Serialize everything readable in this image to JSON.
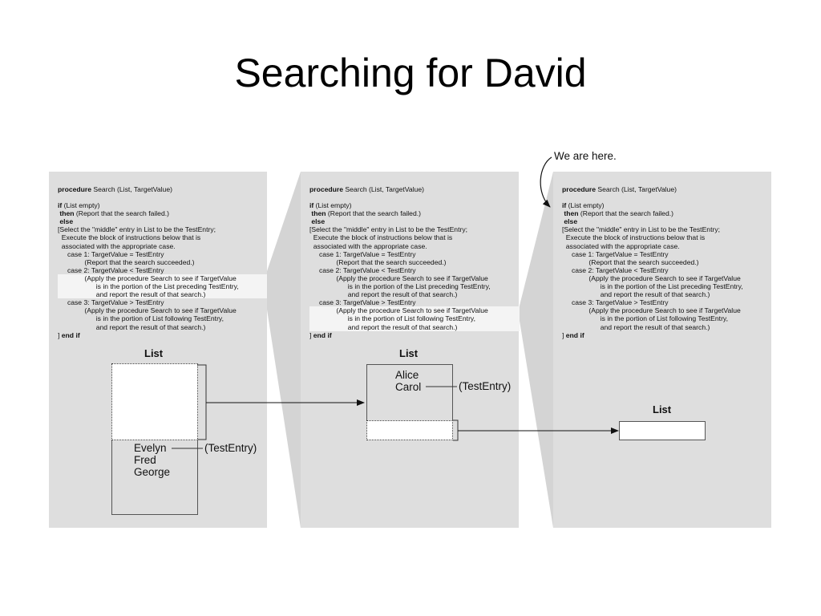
{
  "title": "Searching for David",
  "annotation_here": "We are here.",
  "code": {
    "procedure_kw": "procedure",
    "procedure_sig": " Search (List, TargetValue)",
    "if_kw": "if",
    "if_rest": " (List empty)",
    "then_kw": "then",
    "then_rest": " (Report that the search failed.)",
    "else_kw": "else",
    "l5": "[Select the \"middle\" entry in List to be the TestEntry;",
    "l6": "  Execute the block of instructions below that is",
    "l7": "  associated with the appropriate case.",
    "l8": "     case 1: TargetValue = TestEntry",
    "l9": "              (Report that the search succeeded.)",
    "l10": "     case 2: TargetValue < TestEntry",
    "l11": "              (Apply the procedure Search to see if TargetValue",
    "l12": "                    is in the portion of the List preceding TestEntry,",
    "l13": "                    and report the result of that search.)",
    "l14": "     case 3: TargetValue > TestEntry",
    "l15": "              (Apply the procedure Search to see if TargetValue",
    "l16": "                    is in the portion of List following TestEntry,",
    "l17": "                    and report the result of that search.)",
    "end_prefix": "] ",
    "end_kw": "end if"
  },
  "list_label": "List",
  "test_entry_label": "(TestEntry)",
  "panel1_names": [
    "Evelyn",
    "Fred",
    "George"
  ],
  "panel2_names": [
    "Alice",
    "Carol"
  ],
  "colors": {
    "panel_bg": "#dedede",
    "highlight": "#f4f4f4",
    "line": "#555555"
  }
}
